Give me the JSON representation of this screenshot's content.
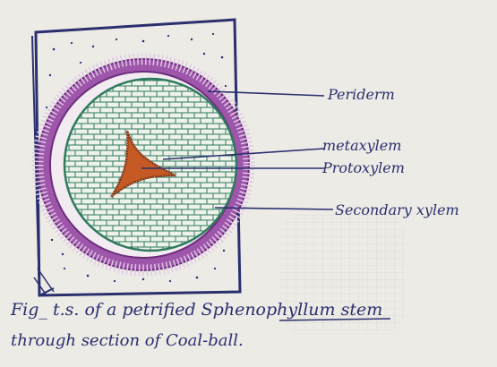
{
  "labels": {
    "periderm": "Periderm",
    "metaxylem": "metaxylem",
    "protoxylem": "Protoxylem",
    "secondary_xylem": "Secondary xylem"
  },
  "caption": {
    "line1": "Fig_ t.s. of a petrified Sphenophyllum stem",
    "line2": "through section of Coal-ball."
  },
  "colors": {
    "paper": "#ecebe6",
    "ink": "#2a2f6e",
    "periderm": "#8b3f98",
    "xylem": "#2f7a5e",
    "protoxylem": "#c65a24"
  }
}
